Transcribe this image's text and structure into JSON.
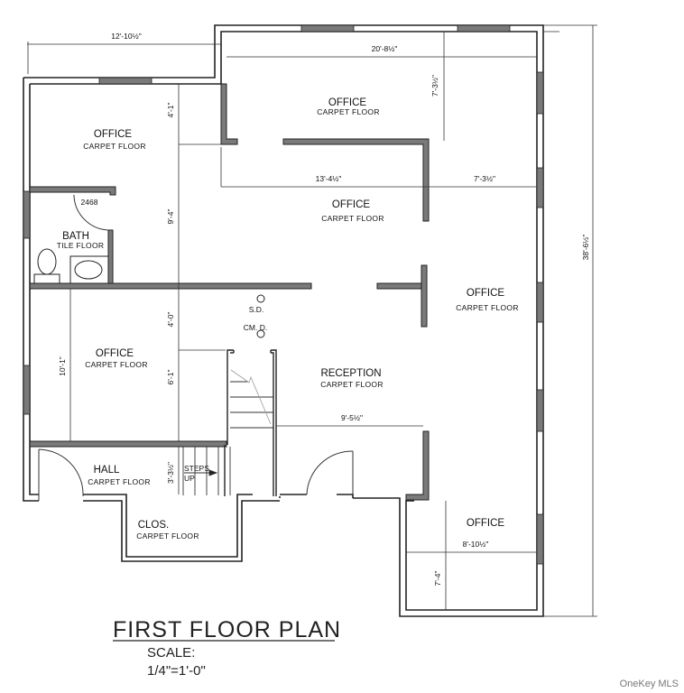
{
  "plan": {
    "title": "FIRST FLOOR PLAN",
    "scale_label": "SCALE:",
    "scale_value": "1/4\"=1'-0\"",
    "watermark": "OneKey MLS"
  },
  "rooms": [
    {
      "name": "OFFICE",
      "floor": "CARPET FLOOR"
    },
    {
      "name": "OFFICE",
      "floor": "CARPET FLOOR"
    },
    {
      "name": "OFFICE",
      "floor": "CARPET FLOOR"
    },
    {
      "name": "BATH",
      "floor": "TILE FLOOR"
    },
    {
      "name": "OFFICE",
      "floor": "CARPET FLOOR"
    },
    {
      "name": "OFFICE",
      "floor": "CARPET FLOOR"
    },
    {
      "name": "RECEPTION",
      "floor": "CARPET FLOOR"
    },
    {
      "name": "HALL",
      "floor": "CARPET FLOOR"
    },
    {
      "name": "CLOS.",
      "floor": "CARPET FLOOR"
    },
    {
      "name": "OFFICE",
      "floor": ""
    }
  ],
  "dimensions": {
    "top_left_width": "12'-10½\"",
    "top_office_width": "20'-8½\"",
    "top_office_depth": "7'-3½\"",
    "left_office_depth": "4'-1\"",
    "middle_left_depth": "9'-4\"",
    "middle_office_width": "13'-4½\"",
    "middle_right_width": "7'-3½\"",
    "overall_depth": "38'-6½\"",
    "left_lower_depth_a": "4'-0\"",
    "left_lower_depth_b": "6'-1\"",
    "lower_left_office_depth": "10'-1\"",
    "reception_width": "9'-5½\"",
    "hall_depth": "3'-3½\"",
    "bottom_office_width": "8'-10½\"",
    "bottom_office_depth": "7'-4\""
  },
  "annotations": {
    "door_code": "2468",
    "smoke_detector": "S.D.",
    "co_detector": "CM. D.",
    "steps": "STEPS",
    "steps_up": "UP"
  },
  "colors": {
    "wall": "#222222",
    "window": "#7a7a7a",
    "dim_line": "#333333"
  }
}
